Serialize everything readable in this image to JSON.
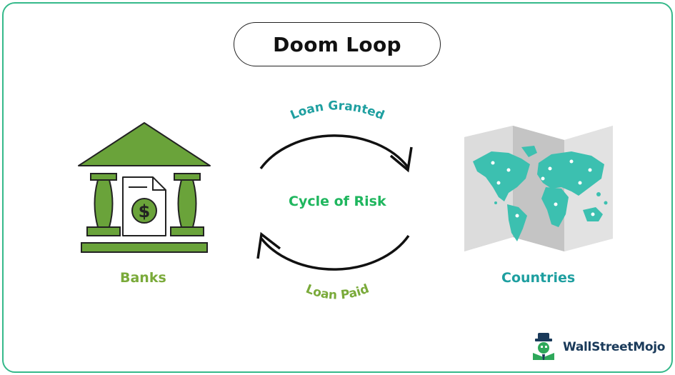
{
  "title": "Doom Loop",
  "banks_label": "Banks",
  "countries_label": "Countries",
  "center_label": "Cycle of Risk",
  "top_arrow_label": "Loan Granted",
  "bottom_arrow_label": "Loan Paid",
  "logo_text": "WallStreetMojo",
  "colors": {
    "bank_green": "#6aa33a",
    "teal": "#1e9fa0",
    "cycle_green": "#1fb65e",
    "map_teal": "#3cc0b0",
    "border": "#35b98a"
  }
}
